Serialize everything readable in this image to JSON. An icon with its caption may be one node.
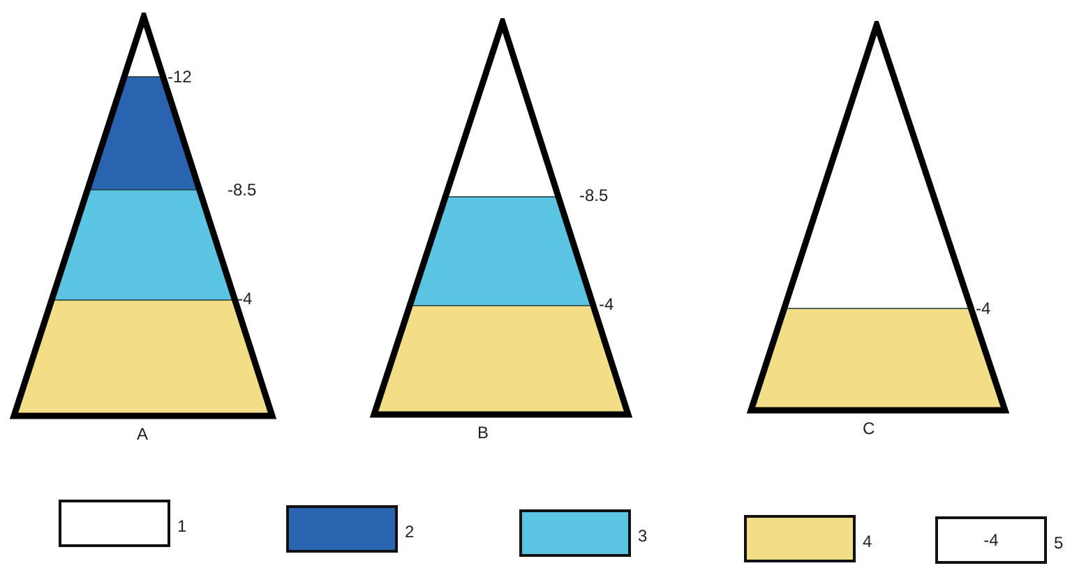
{
  "diagram": {
    "nodes": [
      {
        "text": [],
        "shape": "triangle",
        "beside": [
          "A"
        ]
      },
      {
        "text": [],
        "shape": "triangle",
        "beside": [
          "B"
        ]
      },
      {
        "text": [],
        "shape": "triangle",
        "beside": [
          "C"
        ]
      }
    ],
    "labels": [
      "-12",
      "-8.5",
      "-4",
      "-8.5",
      "-4",
      "-4",
      "-4"
    ],
    "legend": [
      {
        "text": "1",
        "color": "#ffffff"
      },
      {
        "text": "2",
        "color": "#2a64b0"
      },
      {
        "text": "3",
        "color": "#5bc4e2"
      },
      {
        "text": "4",
        "color": "#f3de88"
      },
      {
        "text": "5"
      }
    ]
  }
}
